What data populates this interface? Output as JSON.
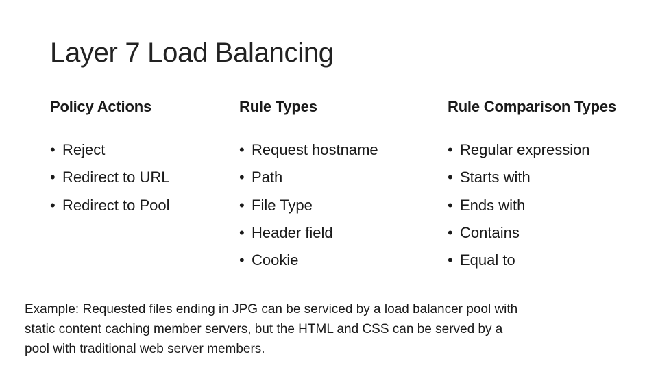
{
  "title": "Layer 7 Load Balancing",
  "columns": [
    {
      "heading": "Policy Actions",
      "items": [
        "Reject",
        "Redirect to URL",
        "Redirect to Pool"
      ]
    },
    {
      "heading": "Rule Types",
      "items": [
        "Request hostname",
        "Path",
        "File Type",
        "Header field",
        "Cookie"
      ]
    },
    {
      "heading": "Rule Comparison Types",
      "items": [
        "Regular expression",
        "Starts with",
        "Ends with",
        "Contains",
        "Equal to"
      ]
    }
  ],
  "bullet": "•",
  "example": {
    "lines": [
      "Example: Requested files ending in JPG can be serviced by a load balancer pool with",
      "static content caching member servers, but the HTML and CSS can be served by a",
      "pool with traditional web server members."
    ]
  }
}
